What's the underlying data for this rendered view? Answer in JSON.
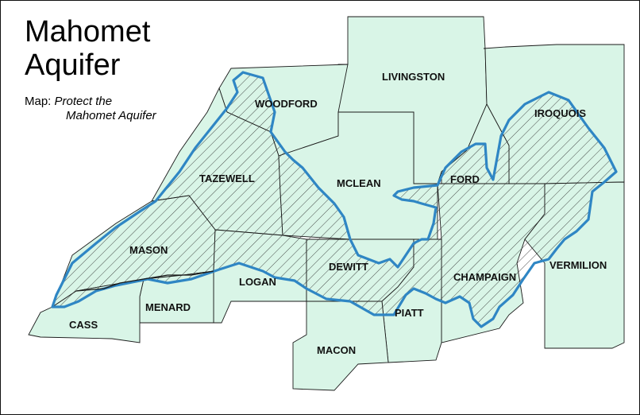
{
  "title": {
    "line1": "Mahomet",
    "line2": "Aquifer"
  },
  "credit": {
    "prefix": "Map: ",
    "source_line1": "Protect the",
    "source_line2": "Mahomet Aquifer"
  },
  "colors": {
    "county_fill": "#d9f5e7",
    "county_border": "#1a1a1a",
    "aquifer_outline": "#2f86c4",
    "aquifer_hatch": "#222222",
    "background": "#ffffff"
  },
  "counties": [
    {
      "id": "woodford",
      "name": "WOODFORD",
      "overlaps_aquifer": true
    },
    {
      "id": "livingston",
      "name": "LIVINGSTON",
      "overlaps_aquifer": false
    },
    {
      "id": "iroquois",
      "name": "IROQUOIS",
      "overlaps_aquifer": true
    },
    {
      "id": "tazewell",
      "name": "TAZEWELL",
      "overlaps_aquifer": true
    },
    {
      "id": "mclean",
      "name": "MCLEAN",
      "overlaps_aquifer": true
    },
    {
      "id": "ford",
      "name": "FORD",
      "overlaps_aquifer": true
    },
    {
      "id": "mason",
      "name": "MASON",
      "overlaps_aquifer": true
    },
    {
      "id": "dewitt",
      "name": "DEWITT",
      "overlaps_aquifer": true
    },
    {
      "id": "champaign",
      "name": "CHAMPAIGN",
      "overlaps_aquifer": true
    },
    {
      "id": "vermilion",
      "name": "VERMILION",
      "overlaps_aquifer": true
    },
    {
      "id": "logan",
      "name": "LOGAN",
      "overlaps_aquifer": true
    },
    {
      "id": "menard",
      "name": "MENARD",
      "overlaps_aquifer": false
    },
    {
      "id": "piatt",
      "name": "PIATT",
      "overlaps_aquifer": true
    },
    {
      "id": "cass",
      "name": "CASS",
      "overlaps_aquifer": false
    },
    {
      "id": "macon",
      "name": "MACON",
      "overlaps_aquifer": false
    }
  ],
  "legend_patterns": {
    "aquifer_area": "diagonal-hatch"
  }
}
